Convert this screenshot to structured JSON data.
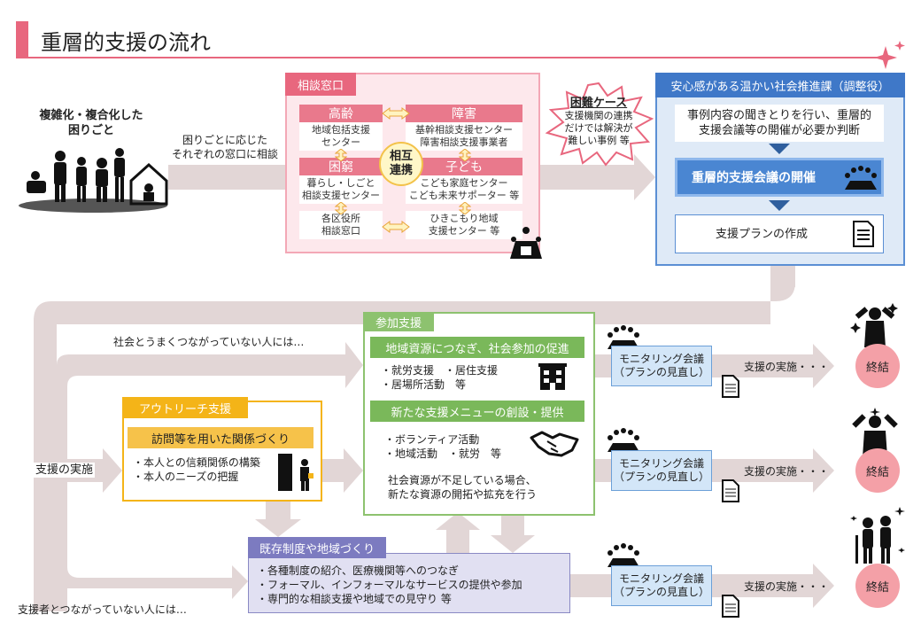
{
  "title": "重層的支援の流れ",
  "person": {
    "label_line1": "複雑化・複合化した",
    "label_line2": "困りごと"
  },
  "intake_text": {
    "line1": "困りごとに応じた",
    "line2": "それぞれの窓口に相談"
  },
  "consult": {
    "header": "相談窓口",
    "center_line1": "相互",
    "center_line2": "連携",
    "categories": [
      {
        "name": "高齢",
        "desc1": "地域包括支援",
        "desc2": "センター"
      },
      {
        "name": "障害",
        "desc1": "基幹相談支援センター",
        "desc2": "障害相談支援事業者"
      },
      {
        "name": "困窮",
        "desc1": "暮らし・しごと",
        "desc2": "相談支援センター"
      },
      {
        "name": "子ども",
        "desc1": "こども家庭センター",
        "desc2": "こども未来サポーター 等"
      }
    ],
    "bottom_left": {
      "line1": "各区役所",
      "line2": "相談窓口"
    },
    "bottom_right": {
      "line1": "ひきこもり地域",
      "line2": "支援センター 等"
    }
  },
  "difficult": {
    "title": "困難ケース",
    "line1": "支援機関の連携",
    "line2": "だけでは解決が",
    "line3": "難しい事例 等"
  },
  "coord": {
    "header": "安心感がある温かい社会推進課（調整役）",
    "step1_line1": "事例内容の聞きとりを行い、重層的",
    "step1_line2": "支援会議等の開催が必要か判断",
    "meeting": "重層的支援会議の開催",
    "plan": "支援プランの作成"
  },
  "left_flow": {
    "top_note": "社会とうまくつながっていない人には…",
    "middle": "支援の実施",
    "bottom_note": "支援者とつながっていない人には…"
  },
  "outreach": {
    "header": "アウトリーチ支援",
    "bar": "訪問等を用いた関係づくり",
    "item1": "・本人との信頼関係の構築",
    "item2": "・本人のニーズの把握"
  },
  "participation": {
    "header": "参加支援",
    "bar1": "地域資源につなぎ、社会参加の促進",
    "b1_item1": "・就労支援　・居住支援",
    "b1_item2": "・居場所活動　等",
    "bar2": "新たな支援メニューの創設・提供",
    "b2_item1": "・ボランティア活動",
    "b2_item2": "・地域活動　・就労　等",
    "b3_line1": "社会資源が不足している場合、",
    "b3_line2": "新たな資源の開拓や拡充を行う"
  },
  "existing": {
    "header": "既存制度や地域づくり",
    "item1": "・各種制度の紹介、医療機関等へのつなぎ",
    "item2": "・フォーマル、インフォーマルなサービスの提供や参加",
    "item3": "・専門的な相談支援や地域での見守り 等"
  },
  "monitoring": {
    "line1": "モニタリング会議",
    "line2": "（プランの見直し）"
  },
  "support_exec": "支援の実施・・・",
  "end_label": "終結"
}
